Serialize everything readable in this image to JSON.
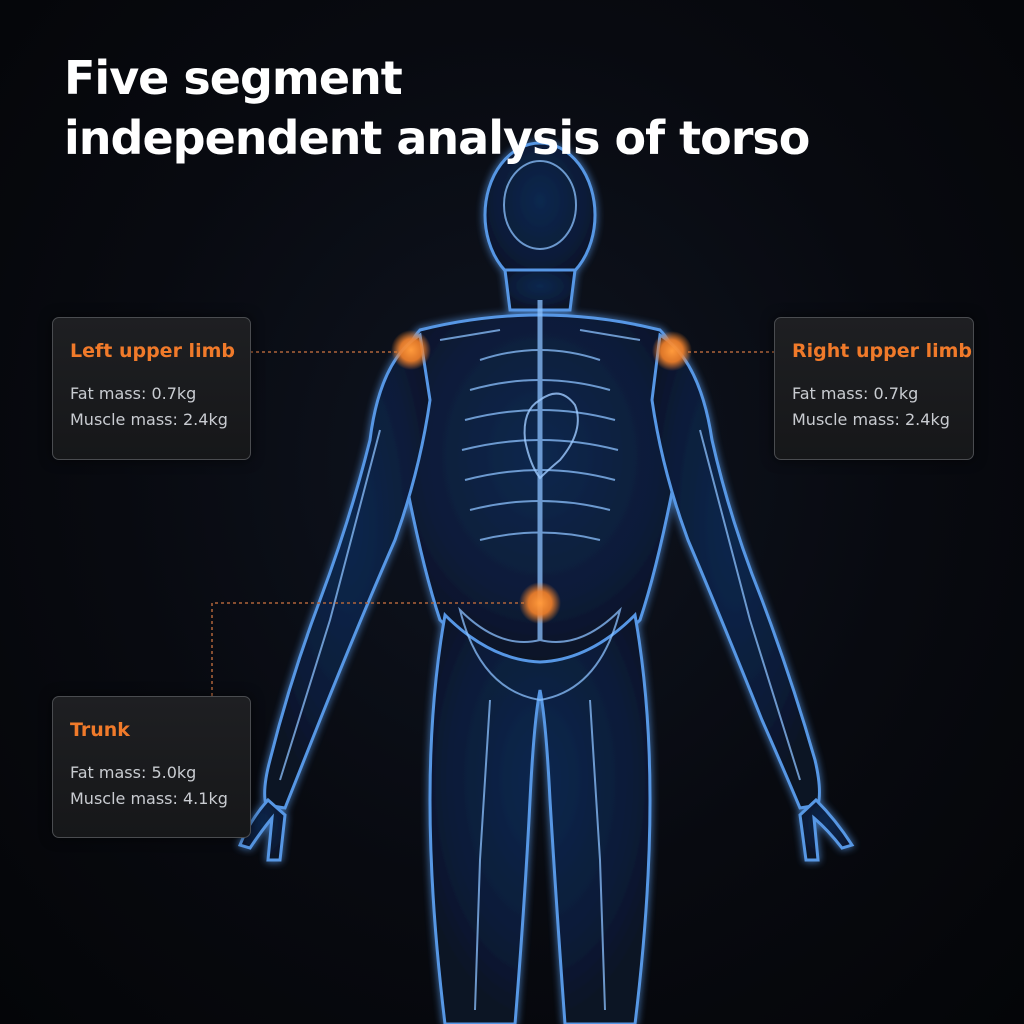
{
  "title": {
    "line1": "Five segment",
    "line2": "independent analysis of torso"
  },
  "segments": {
    "left_upper_limb": {
      "name": "Left upper limb",
      "fat": "Fat mass: 0.7kg",
      "muscle": "Muscle mass: 2.4kg"
    },
    "right_upper_limb": {
      "name": "Right upper limb",
      "fat": "Fat mass: 0.7kg",
      "muscle": "Muscle mass: 2.4kg"
    },
    "trunk": {
      "name": "Trunk",
      "fat": "Fat mass: 5.0kg",
      "muscle": "Muscle mass: 4.1kg"
    }
  },
  "colors": {
    "accent": "#f07a2a",
    "marker": "#f5822a",
    "body_glow": "#4a8fe0"
  }
}
